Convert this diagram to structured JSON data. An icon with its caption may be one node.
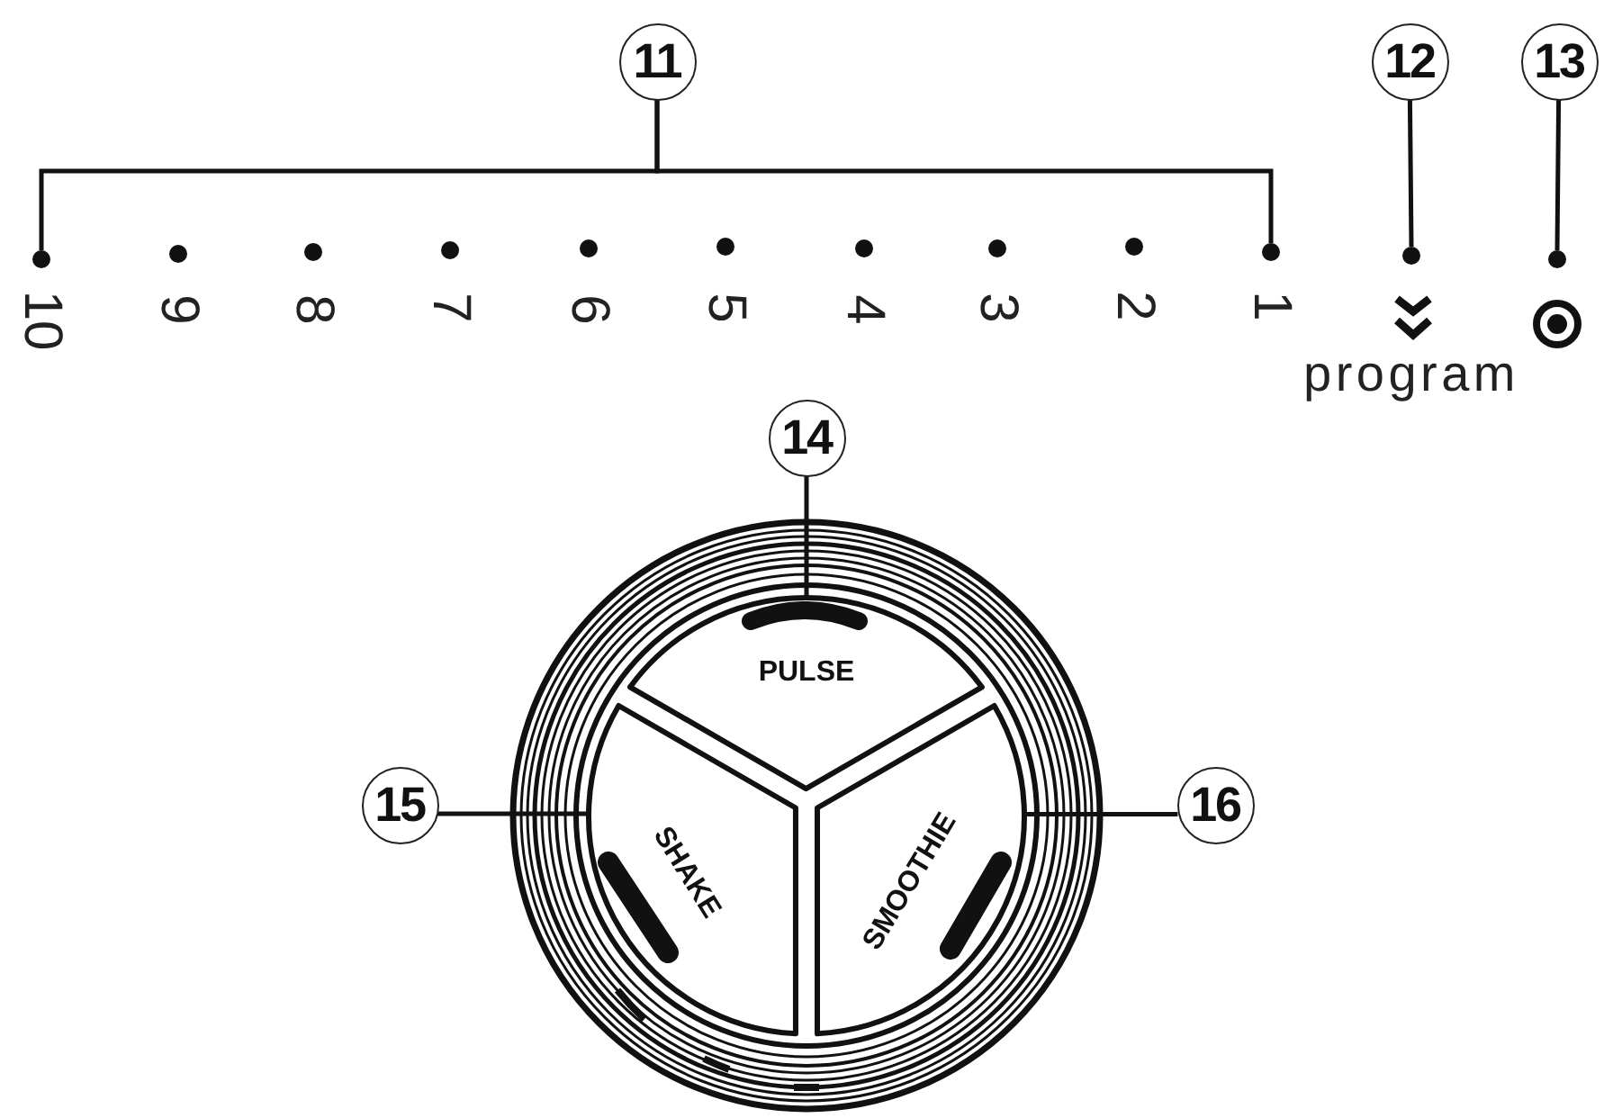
{
  "diagram": {
    "nodes": [
      {
        "text": [
          "11"
        ]
      },
      {
        "text": [
          "12"
        ]
      },
      {
        "text": [
          "13"
        ]
      },
      {
        "text": [],
        "shape": "circle"
      },
      {
        "text": [],
        "shape": "circle"
      },
      {
        "text": [],
        "shape": "circle"
      },
      {
        "text": [],
        "shape": "circle"
      },
      {
        "text": [
          "14"
        ]
      },
      {
        "text": [
          "PULSE"
        ]
      },
      {
        "text": [
          "15"
        ]
      },
      {
        "text": [
          "SHAKE"
        ]
      },
      {
        "text": [
          "16"
        ]
      },
      {
        "text": [
          "SMOOTHIE"
        ]
      }
    ],
    "edges": [
      {
        "from": 0,
        "to": 3,
        "arrow": "none"
      },
      {
        "from": 0,
        "to": 4,
        "arrow": "none"
      },
      {
        "from": 1,
        "to": 5,
        "arrow": "none"
      },
      {
        "from": 2,
        "to": 6,
        "arrow": "none"
      },
      {
        "from": 7,
        "to": 8,
        "arrow": "none"
      },
      {
        "from": 9,
        "to": 10,
        "arrow": "none"
      },
      {
        "from": 11,
        "to": 12,
        "arrow": "none"
      }
    ],
    "labels": [
      "10",
      "9",
      "8",
      "7",
      "6",
      "5",
      "4",
      "3",
      "2",
      "1",
      "program"
    ]
  }
}
